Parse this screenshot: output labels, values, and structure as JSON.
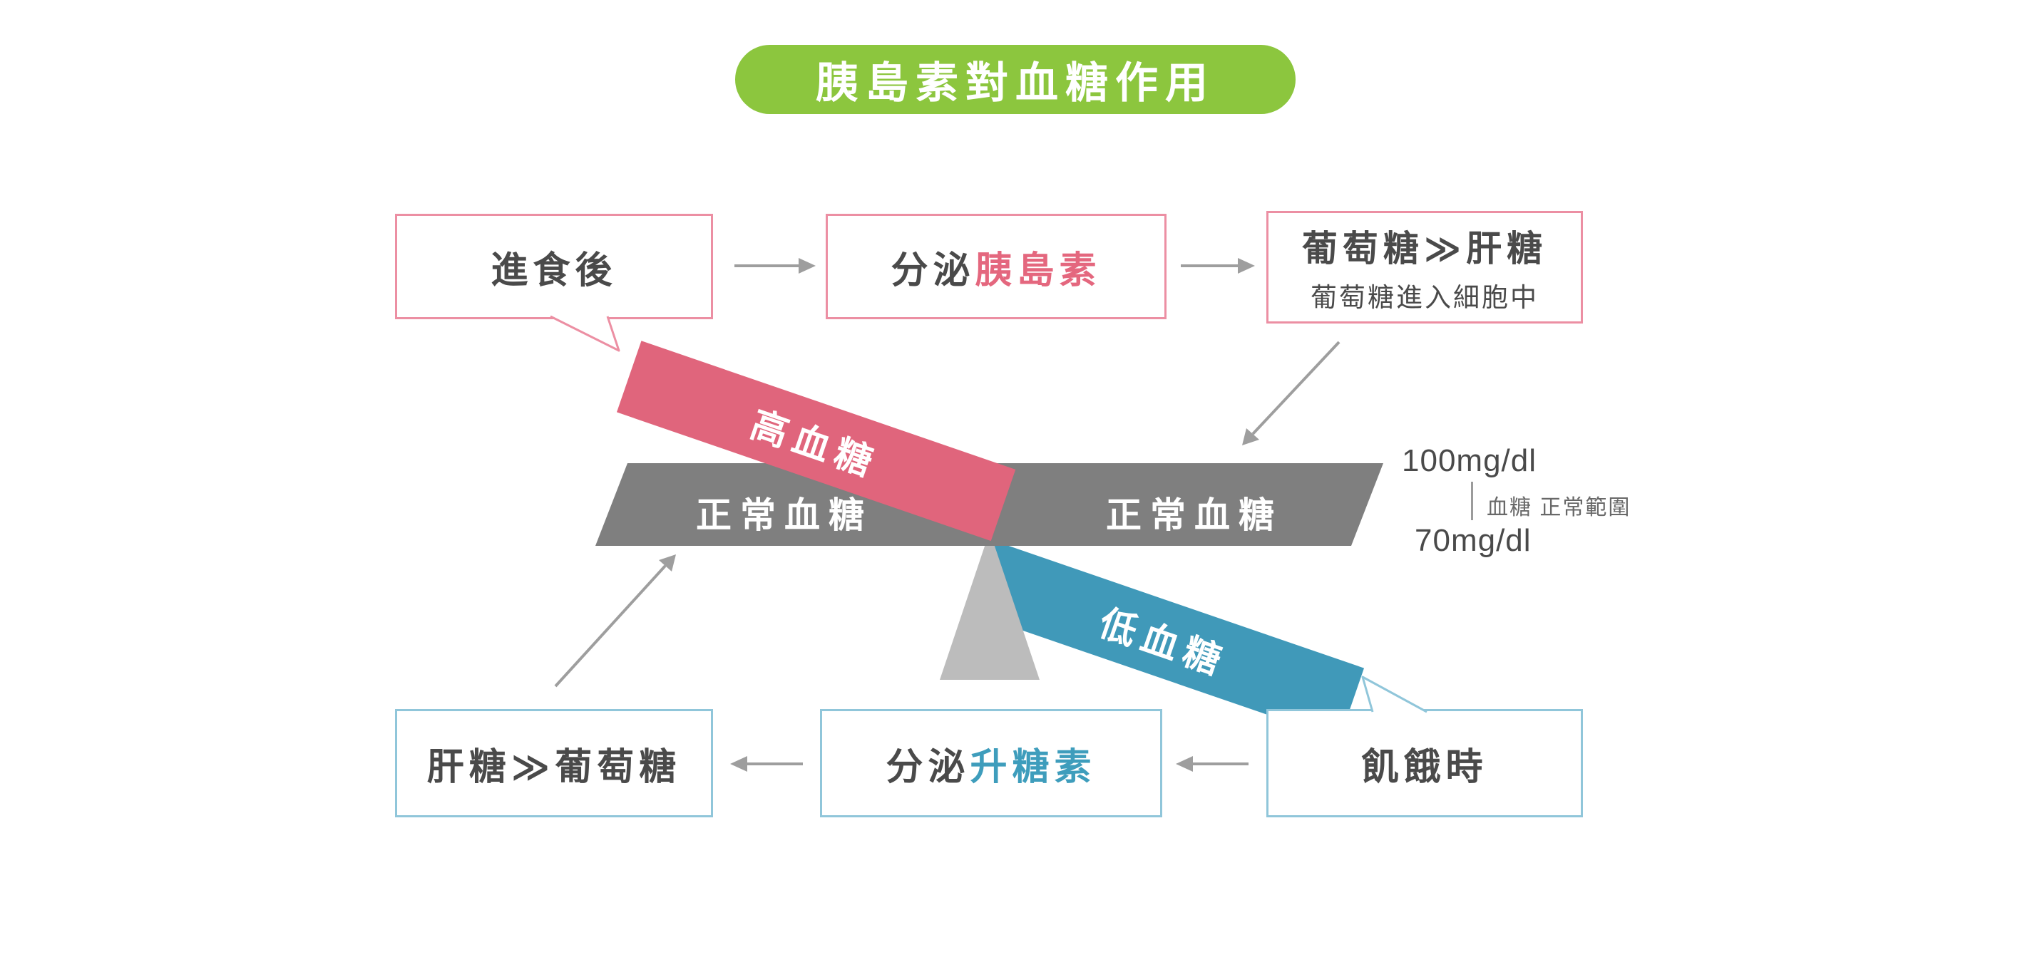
{
  "title": "胰島素對血糖作用",
  "top_flow": {
    "after_eating": "進食後",
    "secrete_prefix": "分泌",
    "insulin": "胰島素",
    "glucose_to_glycogen": "葡萄糖≫肝糖",
    "glucose_into_cells": "葡萄糖進入細胞中"
  },
  "seesaw": {
    "high": "高血糖",
    "low": "低血糖",
    "normal_left": "正常血糖",
    "normal_right": "正常血糖"
  },
  "range": {
    "upper": "100mg/dl",
    "lower": "70mg/dl",
    "note": "血糖 正常範圍"
  },
  "bottom_flow": {
    "glycogen_to_glucose": "肝糖≫葡萄糖",
    "secrete_prefix": "分泌",
    "glucagon": "升糖素",
    "when_hungry": "飢餓時"
  },
  "colors": {
    "green": "#8CC63E",
    "pink": "#E0657C",
    "pink-border": "#EC8FA3",
    "pink-text": "#E4677E",
    "blue": "#4099B9",
    "blue-border": "#90C6DA",
    "blue-text": "#3E9DBC",
    "gray-bar": "#7F7F7F",
    "fulcrum": "#BCBCBC",
    "ink": "#4A4A4A",
    "arrow": "#9E9E9E"
  }
}
